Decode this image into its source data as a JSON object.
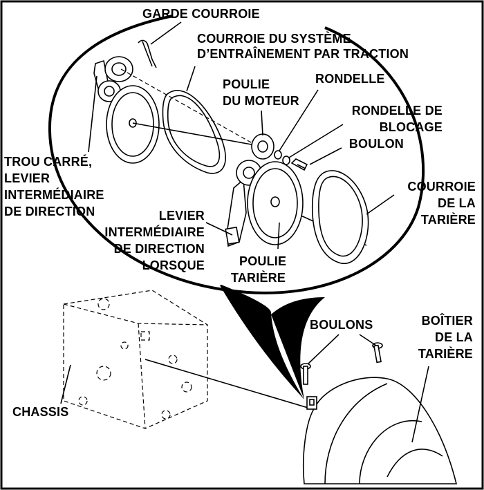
{
  "labels": {
    "garde_courroie": "GARDE COURROIE",
    "courroie_traction_1": "COURROIE DU SYSTÈME",
    "courroie_traction_2": "D’ENTRAÎNEMENT PAR TRACTION",
    "poulie_moteur_1": "POULIE",
    "poulie_moteur_2": "DU MOTEUR",
    "rondelle": "RONDELLE",
    "rondelle_blocage_1": "RONDELLE DE",
    "rondelle_blocage_2": "BLOCAGE",
    "boulon": "BOULON",
    "trou_carre_1": "TROU CARRÉ,",
    "trou_carre_2": "LEVIER",
    "trou_carre_3": "INTERMÉDIAIRE",
    "trou_carre_4": "DE DIRECTION",
    "courroie_tariere_1": "COURROIE",
    "courroie_tariere_2": "DE LA",
    "courroie_tariere_3": "TARIÈRE",
    "levier_1": "LEVIER",
    "levier_2": "INTERMÉDIAIRE",
    "levier_3": "DE DIRECTION",
    "levier_4": "LORSQUE",
    "poulie_tariere_1": "POULIE",
    "poulie_tariere_2": "TARIÈRE",
    "boulons": "BOULONS",
    "boitier_1": "BOÎTIER",
    "boitier_2": "DE LA",
    "boitier_3": "TARIÈRE",
    "chassis": "CHASSIS"
  }
}
